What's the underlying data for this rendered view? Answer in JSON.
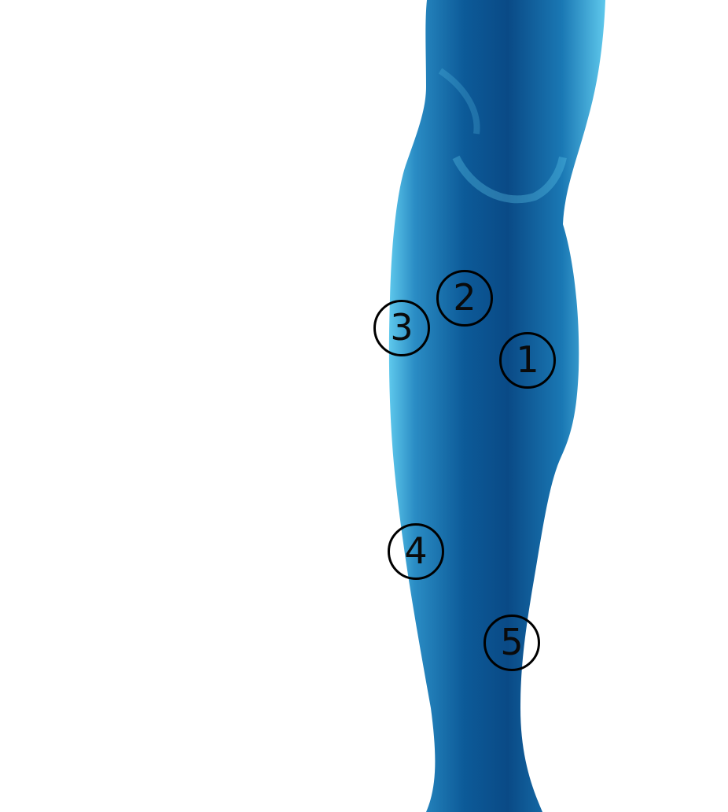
{
  "figure": {
    "subject": "leg-illustration",
    "colors": {
      "skin_dark": "#0a4a86",
      "skin_mid": "#1a78b4",
      "skin_light": "#5ec8ec",
      "marker_stroke": "#000000",
      "background": "#ffffff"
    },
    "markers": [
      {
        "label": "1"
      },
      {
        "label": "2"
      },
      {
        "label": "3"
      },
      {
        "label": "4"
      },
      {
        "label": "5"
      }
    ]
  }
}
